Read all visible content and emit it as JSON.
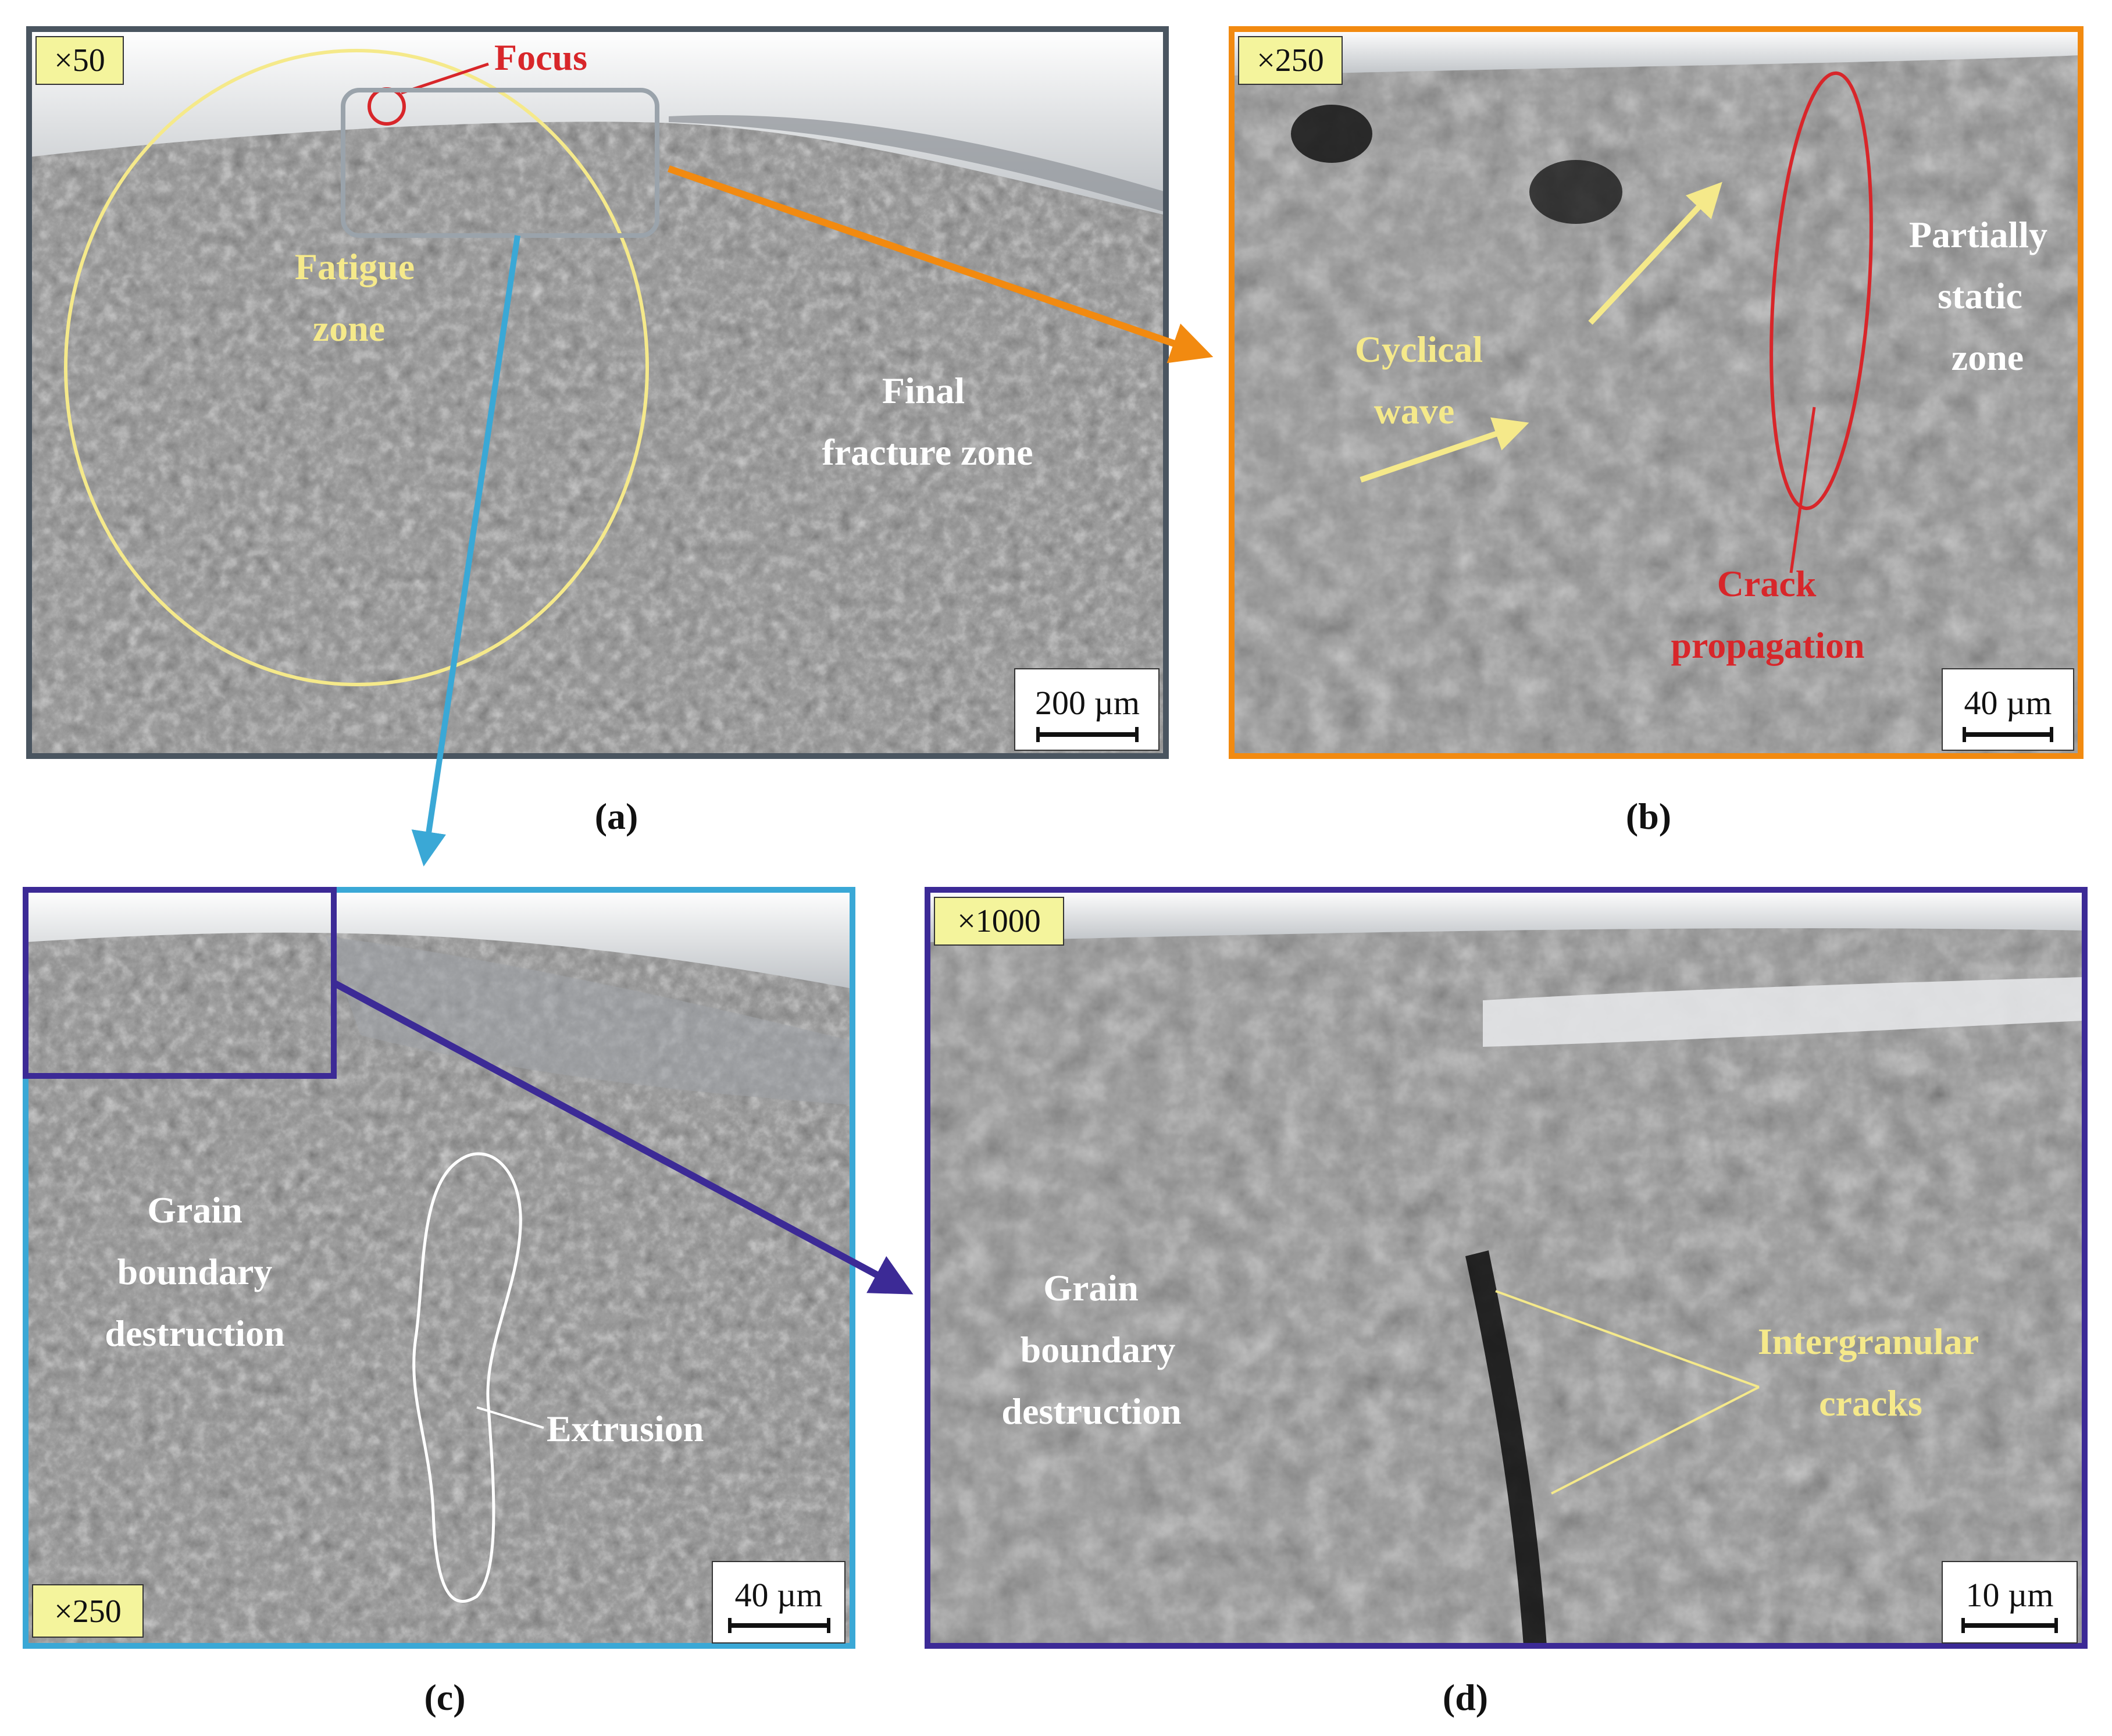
{
  "colors": {
    "frame_a": "#4a5560",
    "frame_b": "#f28a10",
    "frame_c": "#3aa8d6",
    "frame_d": "#3c2a96",
    "annot_yellow": "#f5e98a",
    "annot_red": "#d8262a",
    "annot_white": "#ffffff",
    "tag_bg": "#f4f49c",
    "gray_box": "#9aa3ab",
    "arrow_blue": "#3aa8d6",
    "arrow_orange": "#f28a10",
    "arrow_purple": "#3c2a96"
  },
  "panels": {
    "a": {
      "caption": "(a)",
      "magnification": "×50",
      "scale": "200 µm",
      "labels": {
        "focus": "Focus",
        "fatigue_1": "Fatigue",
        "fatigue_2": "zone",
        "final_1": "Final",
        "final_2": "fracture zone"
      }
    },
    "b": {
      "caption": "(b)",
      "magnification": "×250",
      "scale": "40 µm",
      "labels": {
        "partial_1": "Partially",
        "partial_2": "static",
        "partial_3": "zone",
        "cyc_1": "Cyclical",
        "cyc_2": "wave",
        "crack_1": "Crack",
        "crack_2": "propagation"
      }
    },
    "c": {
      "caption": "(c)",
      "magnification": "×250",
      "scale": "40 µm",
      "labels": {
        "gb_1": "Grain",
        "gb_2": "boundary",
        "gb_3": "destruction",
        "extrusion": "Extrusion"
      }
    },
    "d": {
      "caption": "(d)",
      "magnification": "×1000",
      "scale": "10 µm",
      "labels": {
        "gb_1": "Grain",
        "gb_2": "boundary",
        "gb_3": "destruction",
        "ig_1": "Intergranular",
        "ig_2": "cracks"
      }
    }
  }
}
